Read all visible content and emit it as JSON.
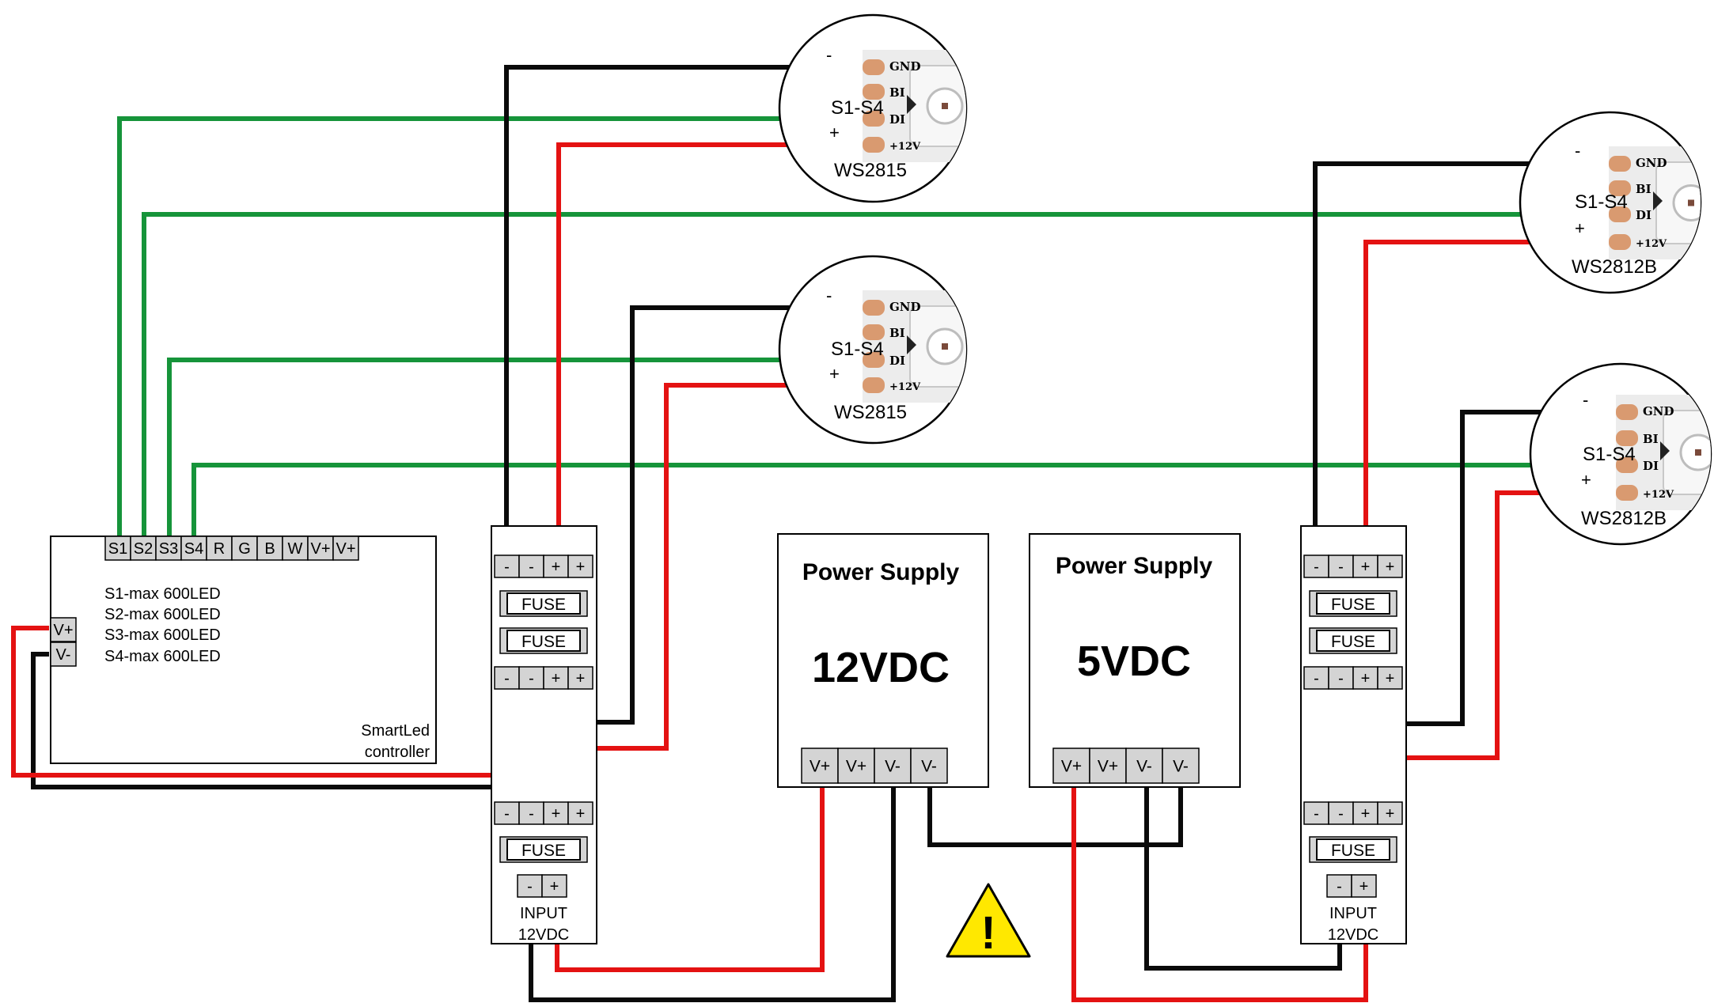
{
  "colors": {
    "signal": "#16943a",
    "positive": "#e41212",
    "negative": "#0a0a0a",
    "terminal_fill": "#d4d4d4",
    "pad_copper": "#d99a70",
    "warning_fill": "#ffe800"
  },
  "controller": {
    "pins": [
      "S1",
      "S2",
      "S3",
      "S4",
      "R",
      "G",
      "B",
      "W",
      "V+",
      "V+"
    ],
    "power_pins": [
      "V+",
      "V-"
    ],
    "capacities": [
      "S1-max 600LED",
      "S2-max 600LED",
      "S3-max 600LED",
      "S4-max 600LED"
    ],
    "name_line1": "SmartLed",
    "name_line2": "controller"
  },
  "fuse_boxes": {
    "terminal_neg": "-",
    "terminal_pos": "+",
    "fuse_label": "FUSE",
    "input_line1": "INPUT",
    "input_line2": "12VDC"
  },
  "psu_12v": {
    "title": "Power Supply",
    "voltage": "12VDC",
    "terminals": [
      "V+",
      "V+",
      "V-",
      "V-"
    ]
  },
  "psu_5v": {
    "title": "Power Supply",
    "voltage": "5VDC",
    "terminals": [
      "V+",
      "V+",
      "V-",
      "V-"
    ]
  },
  "strips": [
    {
      "model": "WS2815"
    },
    {
      "model": "WS2815"
    },
    {
      "model": "WS2812B"
    },
    {
      "model": "WS2812B"
    }
  ],
  "strip_wire_labels": {
    "negative": "-",
    "signal": "S1-S4",
    "positive": "+"
  },
  "strip_pad_labels": [
    "GND",
    "BI",
    "DI",
    "+12V"
  ],
  "warning": {
    "icon": "warning-triangle-icon",
    "glyph": "!"
  }
}
